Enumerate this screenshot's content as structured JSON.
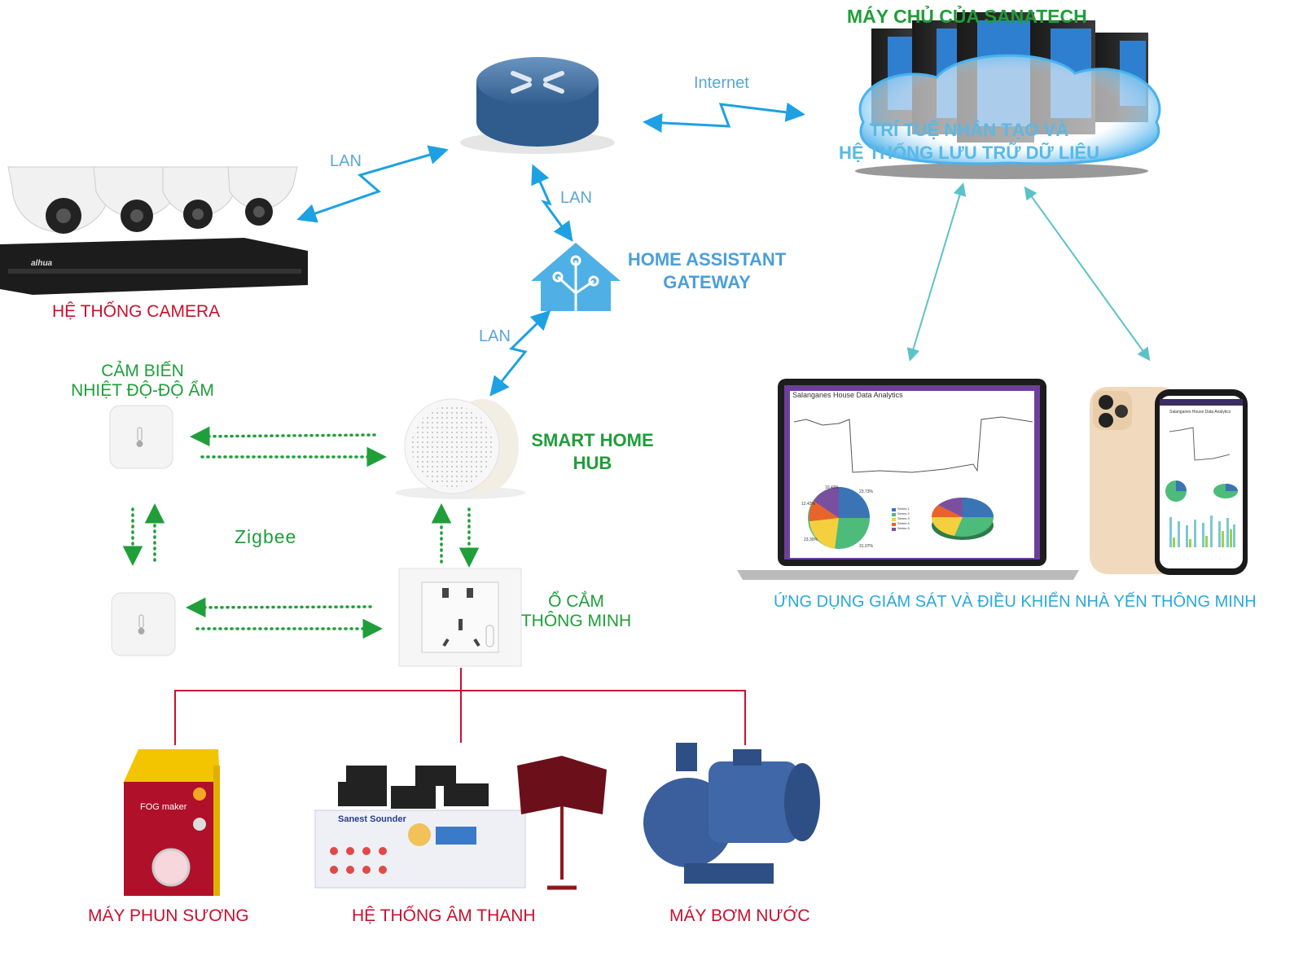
{
  "server": {
    "title": "MÁY CHỦ CỦA SANATECH",
    "line1": "TRÍ TUỆ NHÂN TẠO VÀ",
    "line2": "HỆ THỐNG LƯU TRỮ DỮ LIỆU"
  },
  "links": {
    "internet": "Internet",
    "lan_camera": "LAN",
    "lan_gateway": "LAN",
    "lan_hub": "LAN",
    "zigbee": "Zigbee"
  },
  "camera": {
    "label": "HỆ THỐNG CAMERA",
    "brand": "alhua"
  },
  "gateway": {
    "line1": "HOME ASSISTANT",
    "line2": "GATEWAY"
  },
  "sensor": {
    "line1": "CẢM BIẾN",
    "line2": "NHIỆT ĐỘ-ĐỘ ẨM"
  },
  "hub": {
    "line1": "SMART HOME",
    "line2": "HUB"
  },
  "socket": {
    "line1": "Ổ CẮM",
    "line2": "THÔNG MINH"
  },
  "devices": {
    "fog": "MÁY PHUN SƯƠNG",
    "fog_brand": "FOG maker",
    "sound": "HỆ THỐNG ÂM THANH",
    "sound_brand": "Sanest Sounder",
    "pump": "MÁY BƠM NƯỚC"
  },
  "app": {
    "label": "ỨNG DỤNG GIÁM SÁT VÀ ĐIỀU KHIỂN NHÀ YẾN THÔNG MINH",
    "screen_title": "Salanganes House Data Analytics",
    "pie_labels": [
      "23.73%",
      "31.07%",
      "23.30%",
      "12.42%",
      "10.42%"
    ],
    "legend": [
      "Series 1",
      "Series 2",
      "Series 3",
      "Series 4",
      "Series 5"
    ],
    "pie_colors": [
      "#3b74b5",
      "#4dbb7a",
      "#f4d03f",
      "#e8642c",
      "#7b4fa0"
    ]
  },
  "colors": {
    "lan": "#1da1e2",
    "zigbee": "#1f9e3a",
    "power": "#c8102e",
    "cloud_link": "#5cc2c9"
  }
}
